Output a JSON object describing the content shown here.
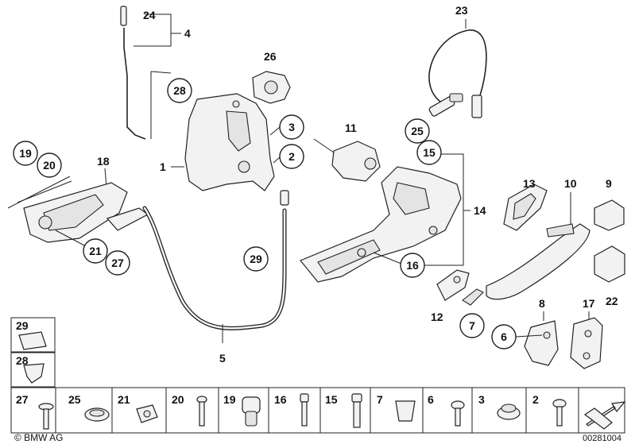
{
  "labels": {
    "l1": "1",
    "l2": "2",
    "l3": "3",
    "l4": "4",
    "l5": "5",
    "l6": "6",
    "l7": "7",
    "l8": "8",
    "l9": "9",
    "l10": "10",
    "l11": "11",
    "l12": "12",
    "l13": "13",
    "l14": "14",
    "l15": "15",
    "l16": "16",
    "l17": "17",
    "l18": "18",
    "l19": "19",
    "l20": "20",
    "l21": "21",
    "l22": "22",
    "l23": "23",
    "l24": "24",
    "l25": "25",
    "l26": "26",
    "l27": "27",
    "l28": "28",
    "l29": "29"
  },
  "side_panel": {
    "p29": "29",
    "p28": "28"
  },
  "bottom_row": {
    "b27": "27",
    "b25": "25",
    "b21": "21",
    "b20": "20",
    "b19": "19",
    "b16": "16",
    "b15": "15",
    "b7": "7",
    "b6": "6",
    "b3": "3",
    "b2": "2"
  },
  "footer": {
    "copyright": "© BMW AG",
    "code": "00281004"
  },
  "colors": {
    "outline": "#222222",
    "fill": "#f2f2f2",
    "background": "#ffffff"
  }
}
